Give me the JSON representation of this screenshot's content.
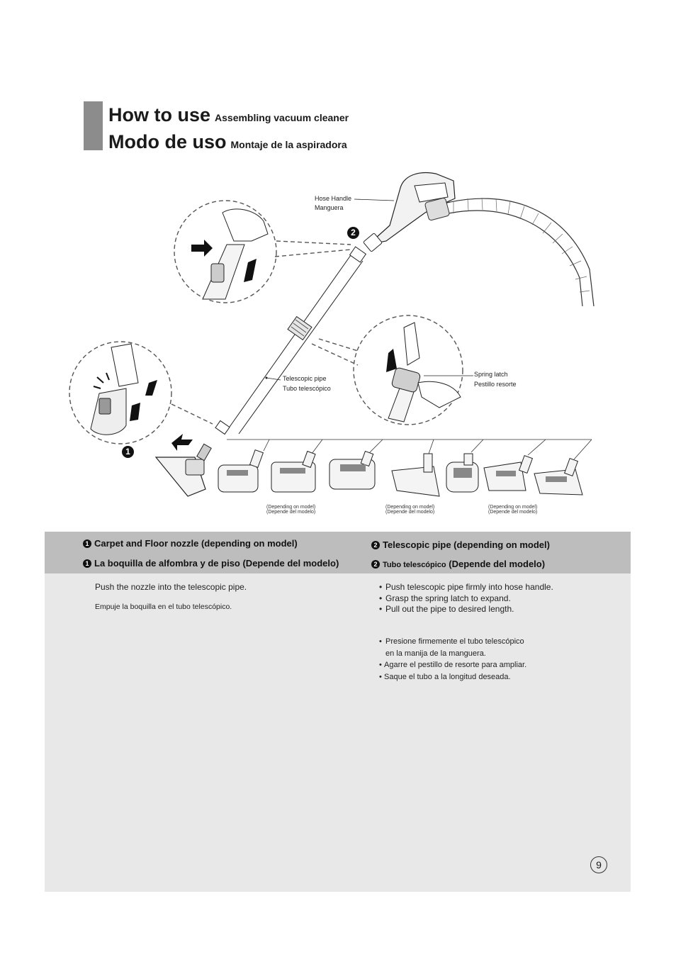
{
  "header": {
    "title_en": "How to use",
    "subtitle_en": "Assembling vacuum cleaner",
    "title_es": "Modo de uso",
    "subtitle_es": "Montaje de la aspiradora"
  },
  "figure": {
    "hose_handle_en": "Hose Handle",
    "hose_handle_es": "Manguera",
    "telescopic_en": "Telescopic pipe",
    "telescopic_es": "Tubo telescópico",
    "spring_en": "Spring latch",
    "spring_es": "Pestillo resorte",
    "badge_1": "1",
    "badge_2": "2",
    "depending": [
      {
        "en": "(Depending on model)",
        "es": "(Depende del modelo)"
      },
      {
        "en": "(Depending on model)",
        "es": "(Depende del modelo)"
      },
      {
        "en": "(Depending on model)",
        "es": "(Depende del modelo)"
      }
    ]
  },
  "section1": {
    "num": "1",
    "heading_en": "Carpet and Floor nozzle (depending on model)",
    "heading_es": "La boquilla de alfombra y de piso (Depende del modelo)",
    "text_en": "Push the nozzle into the telescopic pipe.",
    "text_es": "Empuje la boquilla en el tubo telescópico."
  },
  "section2": {
    "num": "2",
    "heading_en": "Telescopic pipe (depending on model)",
    "heading_es_small": "Tubo telescópico",
    "heading_es_rest": "(Depende del modelo)",
    "bullets_en": [
      "Push telescopic pipe firmly into hose handle.",
      "Grasp the spring latch to expand.",
      "Pull out the pipe to desired length."
    ],
    "bullets_es": [
      "Presione firmemente el tubo telescópico",
      "en la manija de la manguera.",
      "Agarre el pestillo de resorte para ampliar.",
      "Saque el tubo a la longitud deseada."
    ]
  },
  "page_number": "9"
}
